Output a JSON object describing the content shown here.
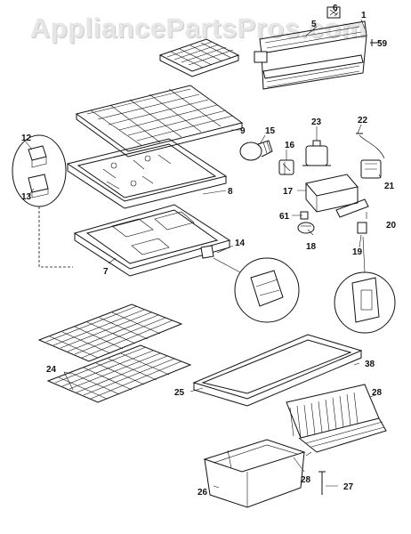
{
  "watermark": "AppliancePartsPros.com",
  "part_labels": {
    "p1": "1",
    "p5": "5",
    "p6": "6",
    "p59": "59",
    "p9": "9",
    "p8": "8",
    "p7": "7",
    "p12": "12",
    "p13": "13",
    "p14": "14",
    "p15": "15",
    "p16": "16",
    "p17": "17",
    "p18": "18",
    "p19": "19",
    "p20": "20",
    "p21": "21",
    "p22": "22",
    "p23": "23",
    "p24": "24",
    "p25": "25",
    "p26": "26",
    "p27": "27",
    "p28a": "28",
    "p28b": "28",
    "p38": "38",
    "p61": "61"
  }
}
